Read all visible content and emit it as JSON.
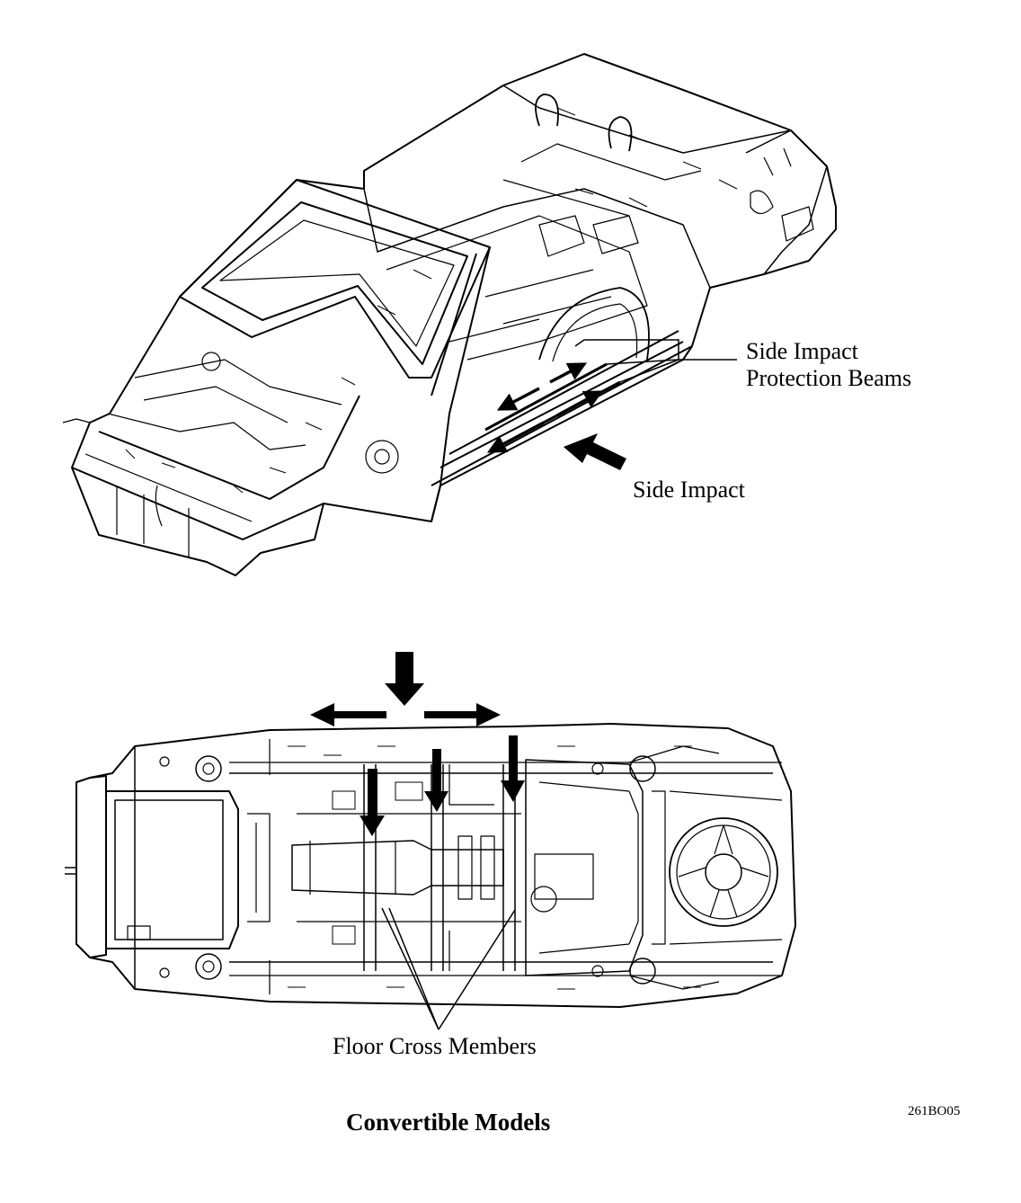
{
  "labels": {
    "side_impact_protection_beams_line1": "Side Impact",
    "side_impact_protection_beams_line2": "Protection Beams",
    "side_impact": "Side Impact",
    "floor_cross_members": "Floor Cross Members"
  },
  "caption": "Convertible Models",
  "figure_code": "261BO05",
  "colors": {
    "ink": "#000000",
    "paper": "#ffffff"
  }
}
